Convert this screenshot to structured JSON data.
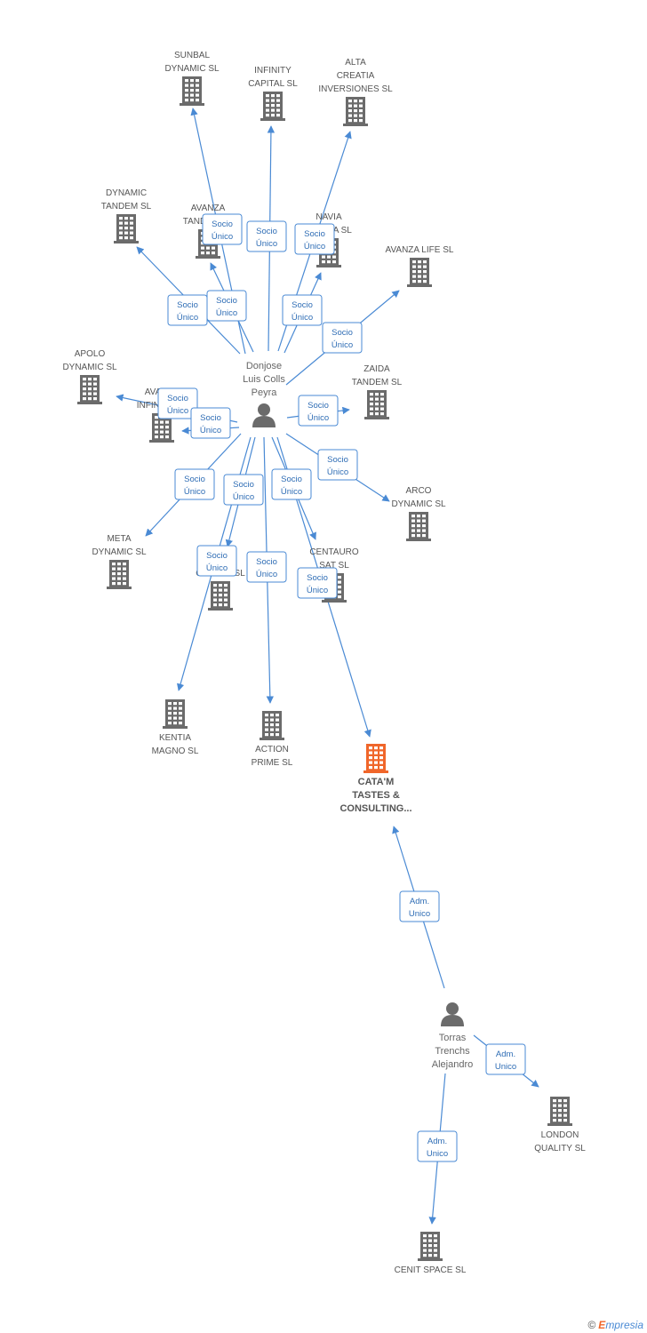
{
  "colors": {
    "edge": "#4a8ad4",
    "building": "#6b6b6b",
    "target": "#f0662a",
    "person": "#6b6b6b"
  },
  "nodes": [
    {
      "id": "donjose",
      "type": "person",
      "label": [
        "Donjose",
        "Luis Colls",
        "Peyra"
      ]
    },
    {
      "id": "torras",
      "type": "person",
      "label": [
        "Torras",
        "Trenchs",
        "Alejandro"
      ]
    },
    {
      "id": "catam",
      "type": "target",
      "label": [
        "CATA'M",
        "TASTES &",
        "CONSULTING..."
      ]
    },
    {
      "id": "sunbal",
      "type": "company",
      "label": [
        "SUNBAL",
        "DYNAMIC SL"
      ]
    },
    {
      "id": "infinity",
      "type": "company",
      "label": [
        "INFINITY",
        "CAPITAL SL"
      ]
    },
    {
      "id": "alta",
      "type": "company",
      "label": [
        "ALTA",
        "CREATIA",
        "INVERSIONES SL"
      ]
    },
    {
      "id": "dyntandem",
      "type": "company",
      "label": [
        "DYNAMIC",
        "TANDEM SL"
      ]
    },
    {
      "id": "avanzatand",
      "type": "company",
      "label": [
        "AVANZA",
        "TANDEM SL"
      ]
    },
    {
      "id": "navia",
      "type": "company",
      "label": [
        "NAVIA",
        "OMEGA SL"
      ]
    },
    {
      "id": "avanzalife",
      "type": "company",
      "label": [
        "AVANZA LIFE SL"
      ]
    },
    {
      "id": "apolo",
      "type": "company",
      "label": [
        "APOLO",
        "DYNAMIC SL"
      ]
    },
    {
      "id": "avanzainf",
      "type": "company",
      "label": [
        "AVANZA",
        "INFINITY SL"
      ]
    },
    {
      "id": "zaida",
      "type": "company",
      "label": [
        "ZAIDA",
        "TANDEM SL"
      ]
    },
    {
      "id": "arco",
      "type": "company",
      "label": [
        "ARCO",
        "DYNAMIC SL"
      ]
    },
    {
      "id": "meta",
      "type": "company",
      "label": [
        "META",
        "DYNAMIC SL"
      ]
    },
    {
      "id": "centauro",
      "type": "company",
      "label": [
        "CENTAURO",
        "SAT SL"
      ]
    },
    {
      "id": "ocean",
      "type": "company",
      "label": [
        "OCEAN",
        "CAPITAL SL"
      ]
    },
    {
      "id": "kentia",
      "type": "company",
      "label": [
        "KENTIA",
        "MAGNO SL"
      ]
    },
    {
      "id": "action",
      "type": "company",
      "label": [
        "ACTION",
        "PRIME SL"
      ]
    },
    {
      "id": "london",
      "type": "company",
      "label": [
        "LONDON",
        "QUALITY SL"
      ]
    },
    {
      "id": "cenit",
      "type": "company",
      "label": [
        "CENIT SPACE SL"
      ]
    }
  ],
  "edges": [
    {
      "from": "donjose",
      "to": "sunbal",
      "label": [
        "Socio",
        "Único"
      ]
    },
    {
      "from": "donjose",
      "to": "infinity",
      "label": [
        "Socio",
        "Único"
      ]
    },
    {
      "from": "donjose",
      "to": "alta",
      "label": [
        "Socio",
        "Único"
      ]
    },
    {
      "from": "donjose",
      "to": "dyntandem",
      "label": [
        "Socio",
        "Único"
      ]
    },
    {
      "from": "donjose",
      "to": "avanzatand",
      "label": [
        "Socio",
        "Único"
      ]
    },
    {
      "from": "donjose",
      "to": "navia",
      "label": [
        "Socio",
        "Único"
      ]
    },
    {
      "from": "donjose",
      "to": "avanzalife",
      "label": [
        "Socio",
        "Único"
      ]
    },
    {
      "from": "donjose",
      "to": "apolo",
      "label": [
        "Socio",
        "Único"
      ]
    },
    {
      "from": "donjose",
      "to": "avanzainf",
      "label": [
        "Socio",
        "Único"
      ]
    },
    {
      "from": "donjose",
      "to": "zaida",
      "label": [
        "Socio",
        "Único"
      ]
    },
    {
      "from": "donjose",
      "to": "arco",
      "label": [
        "Socio",
        "Único"
      ]
    },
    {
      "from": "donjose",
      "to": "meta",
      "label": [
        "Socio",
        "Único"
      ]
    },
    {
      "from": "donjose",
      "to": "ocean",
      "label": [
        "Socio",
        "Único"
      ]
    },
    {
      "from": "donjose",
      "to": "centauro",
      "label": [
        "Socio",
        "Único"
      ]
    },
    {
      "from": "donjose",
      "to": "kentia",
      "label": [
        "Socio",
        "Único"
      ]
    },
    {
      "from": "donjose",
      "to": "action",
      "label": [
        "Socio",
        "Único"
      ]
    },
    {
      "from": "donjose",
      "to": "catam",
      "label": [
        "Socio",
        "Único"
      ]
    },
    {
      "from": "torras",
      "to": "catam",
      "label": [
        "Adm.",
        "Unico"
      ]
    },
    {
      "from": "torras",
      "to": "london",
      "label": [
        "Adm.",
        "Unico"
      ]
    },
    {
      "from": "torras",
      "to": "cenit",
      "label": [
        "Adm.",
        "Unico"
      ]
    }
  ],
  "footer": {
    "copyright": "©",
    "brand_e": "E",
    "brand_rest": "mpresia"
  }
}
